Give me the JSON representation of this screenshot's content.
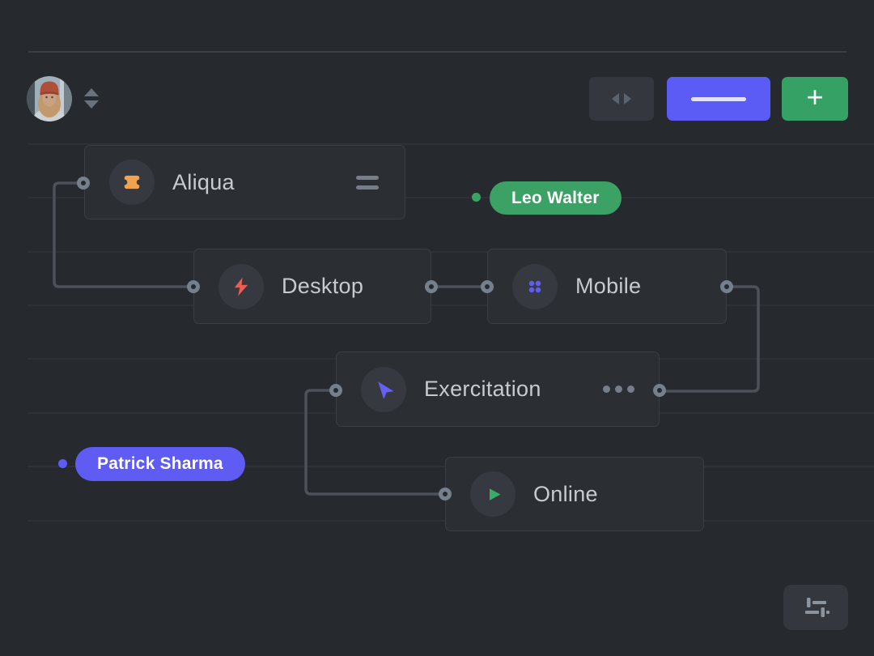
{
  "theme": {
    "canvas_bg": "#26292e",
    "node_bg": "#2b2e33",
    "node_border": "#3b3e45",
    "node_text": "#c7cbd1",
    "connection_line": "#4c515a",
    "connector_ring": "#76808d",
    "grid_line": "#2e3138",
    "divider": "#3a3e45"
  },
  "profile": {
    "avatar_icon": "user-photo-avatar",
    "sort_icon": "sort-arrows-icon"
  },
  "toolbar": {
    "collapse_button": {
      "icon": "horizontal-arrows-icon",
      "bg": "#34373d",
      "icon_color": "#5a6470"
    },
    "primary_button": {
      "icon": "line-placeholder",
      "bg": "#5b5bf5"
    },
    "add_button": {
      "label": "+",
      "bg": "#35a164"
    }
  },
  "flow": {
    "nodes": [
      {
        "id": "aliqua",
        "label": "Aliqua",
        "icon": "ticket-icon",
        "icon_color": "#f0a44f",
        "trailing": "menu-equals-icon"
      },
      {
        "id": "desktop",
        "label": "Desktop",
        "icon": "lightning-icon",
        "icon_color": "#ee5e52"
      },
      {
        "id": "mobile",
        "label": "Mobile",
        "icon": "dots-grid-icon",
        "icon_color": "#5f5cf3"
      },
      {
        "id": "exercitation",
        "label": "Exercitation",
        "icon": "send-arrow-icon",
        "icon_color": "#6360f3",
        "trailing": "ellipsis-icon"
      },
      {
        "id": "online",
        "label": "Online",
        "icon": "play-icon",
        "icon_color": "#3cab68"
      }
    ],
    "connections": [
      {
        "from": "aliqua",
        "to": "desktop"
      },
      {
        "from": "desktop",
        "to": "mobile"
      },
      {
        "from": "mobile",
        "to": "exercitation"
      },
      {
        "from": "exercitation",
        "to": "online"
      }
    ],
    "labels": [
      {
        "text": "Leo Walter",
        "color": "#3ba164",
        "dot_color": "#3ba164"
      },
      {
        "text": "Patrick Sharma",
        "color": "#5f5cf3",
        "dot_color": "#5f5cf3"
      }
    ]
  },
  "footer": {
    "settings_button": {
      "icon": "sliders-icon",
      "bg": "#34373d",
      "icon_color": "#8b939e"
    }
  }
}
